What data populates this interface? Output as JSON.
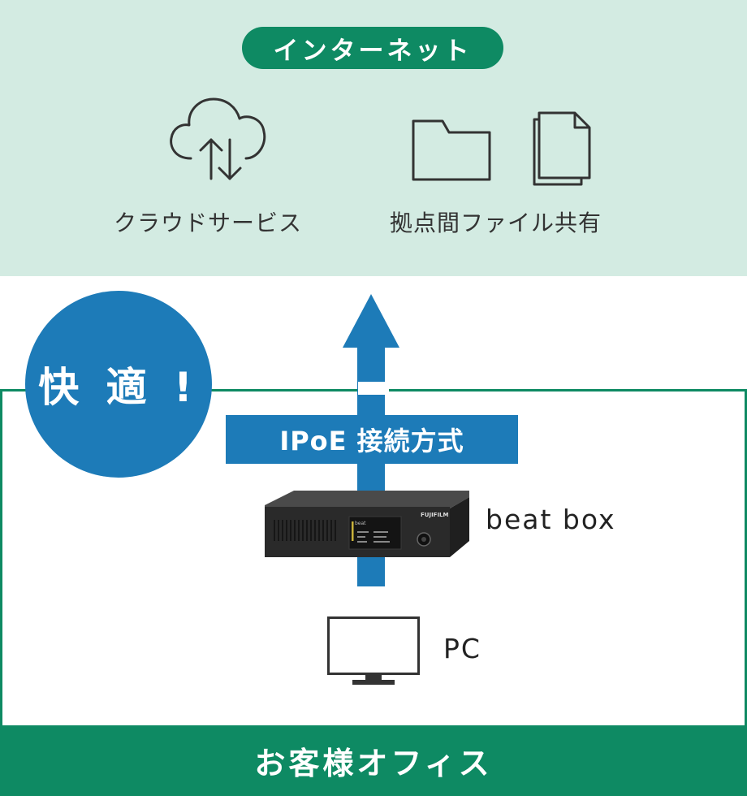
{
  "internet": {
    "title": "インターネット",
    "services": [
      {
        "label": "クラウドサービス",
        "icon": "cloud-sync-icon"
      },
      {
        "label": "拠点間ファイル共有",
        "icons": [
          "folder-icon",
          "documents-icon"
        ]
      }
    ]
  },
  "badge": {
    "text": "快 適 !"
  },
  "connection": {
    "label": "IPoE 接続方式",
    "direction": "up"
  },
  "devices": [
    {
      "label": "beat box",
      "icon": "router-device"
    },
    {
      "label": "PC",
      "icon": "monitor-icon"
    }
  ],
  "device_brand": {
    "name": "FUJIFILM",
    "product": "beat"
  },
  "office": {
    "title": "お客様オフィス"
  },
  "colors": {
    "green": "#0e8a63",
    "light_green": "#d3ebe2",
    "blue": "#1d7bb8"
  }
}
